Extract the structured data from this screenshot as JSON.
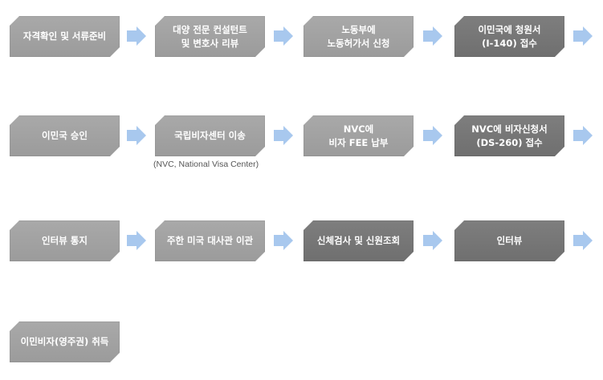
{
  "colors": {
    "box_light": "#a3a3a3",
    "box_dark": "#767676",
    "arrow": "#a8c8ee",
    "text": "#ffffff",
    "note": "#555555"
  },
  "steps": [
    {
      "lines": [
        "자격확인 및 서류준비"
      ]
    },
    {
      "lines": [
        "대양 전문 컨설턴트",
        "및 변호사 리뷰"
      ]
    },
    {
      "lines": [
        "노동부에",
        "노동허가서 신청"
      ]
    },
    {
      "lines": [
        "이민국에 청원서",
        "(I-140) 접수"
      ]
    },
    {
      "lines": [
        "이민국 승인"
      ]
    },
    {
      "lines": [
        "국립비자센터 이송"
      ]
    },
    {
      "lines": [
        "NVC에",
        "비자 FEE 납부"
      ]
    },
    {
      "lines": [
        "NVC에 비자신청서",
        "(DS-260) 접수"
      ]
    },
    {
      "lines": [
        "인터뷰 통지"
      ]
    },
    {
      "lines": [
        "주한 미국 대사관 이관"
      ]
    },
    {
      "lines": [
        "신체검사 및 신원조회"
      ]
    },
    {
      "lines": [
        "인터뷰"
      ]
    },
    {
      "lines": [
        "이민비자(영주권) 취득"
      ]
    }
  ],
  "notes": {
    "nvc": "(NVC, National Visa Center)"
  },
  "arrow_icon": "right-arrow-icon"
}
